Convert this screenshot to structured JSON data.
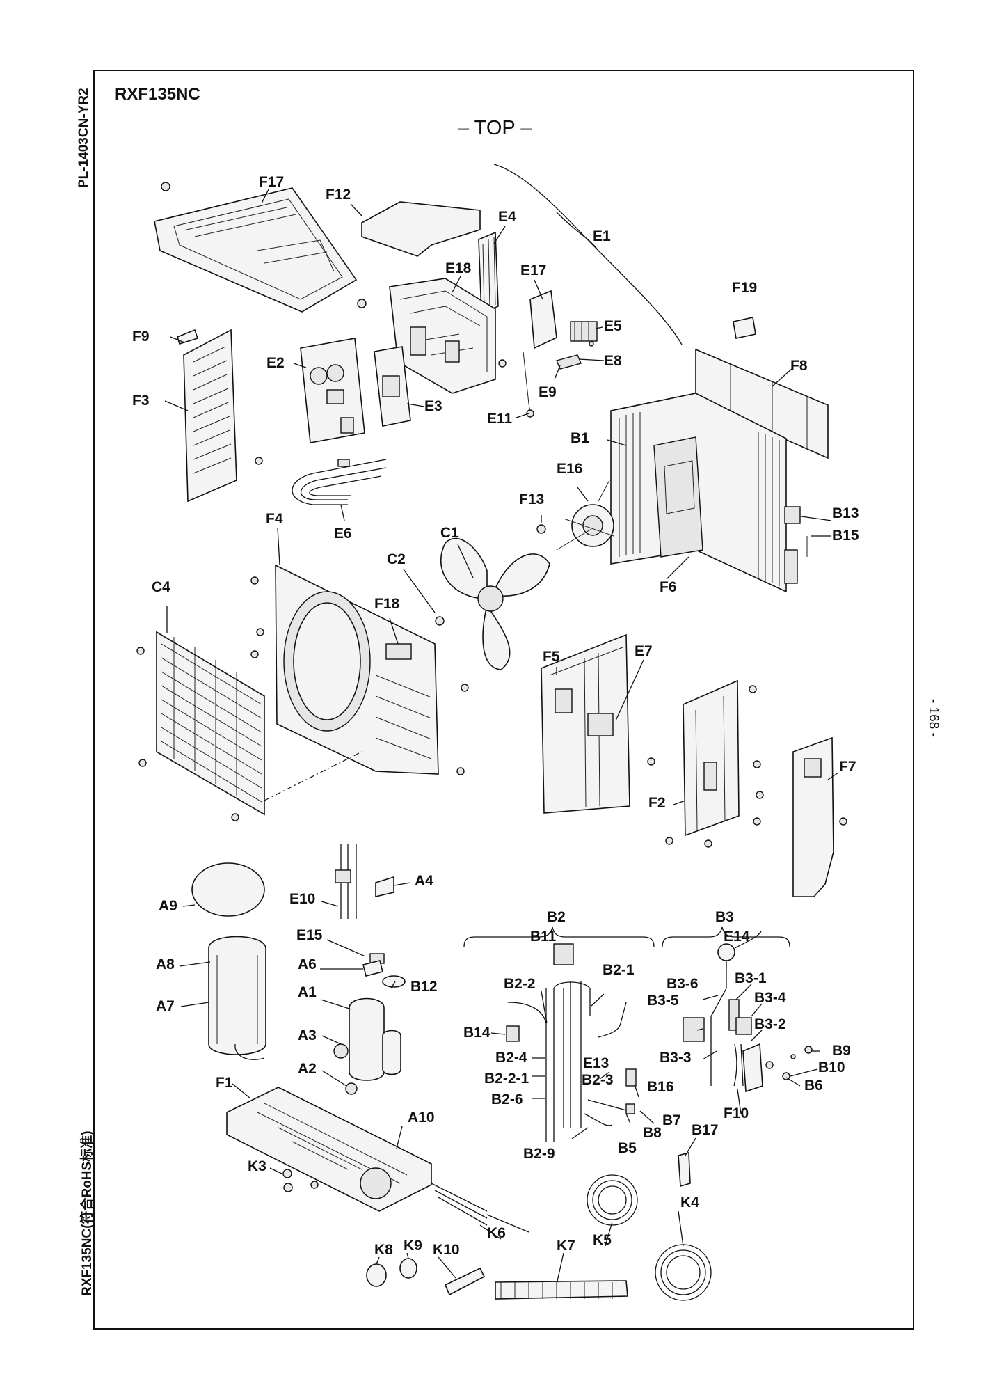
{
  "header": {
    "side_top": "PL-1403CN-YR2",
    "side_bottom": "RXF135NC(符合RoHS标准)",
    "page_number": "- 168 -",
    "model": "RXF135NC",
    "view": "– TOP –"
  },
  "parts": [
    {
      "id": "F17",
      "label": "F17"
    },
    {
      "id": "F12",
      "label": "F12"
    },
    {
      "id": "E4",
      "label": "E4"
    },
    {
      "id": "E1",
      "label": "E1"
    },
    {
      "id": "E18",
      "label": "E18"
    },
    {
      "id": "E17",
      "label": "E17"
    },
    {
      "id": "F19",
      "label": "F19"
    },
    {
      "id": "E5",
      "label": "E5"
    },
    {
      "id": "F9",
      "label": "F9"
    },
    {
      "id": "E2",
      "label": "E2"
    },
    {
      "id": "E8",
      "label": "E8"
    },
    {
      "id": "F8",
      "label": "F8"
    },
    {
      "id": "E9",
      "label": "E9"
    },
    {
      "id": "F3",
      "label": "F3"
    },
    {
      "id": "E3",
      "label": "E3"
    },
    {
      "id": "E11",
      "label": "E11"
    },
    {
      "id": "B1",
      "label": "B1"
    },
    {
      "id": "E16",
      "label": "E16"
    },
    {
      "id": "F13",
      "label": "F13"
    },
    {
      "id": "B13",
      "label": "B13"
    },
    {
      "id": "F4",
      "label": "F4"
    },
    {
      "id": "B15",
      "label": "B15"
    },
    {
      "id": "E6",
      "label": "E6"
    },
    {
      "id": "C1",
      "label": "C1"
    },
    {
      "id": "C2",
      "label": "C2"
    },
    {
      "id": "F6",
      "label": "F6"
    },
    {
      "id": "C4",
      "label": "C4"
    },
    {
      "id": "F18",
      "label": "F18"
    },
    {
      "id": "F5",
      "label": "F5"
    },
    {
      "id": "E7",
      "label": "E7"
    },
    {
      "id": "F7",
      "label": "F7"
    },
    {
      "id": "F2",
      "label": "F2"
    },
    {
      "id": "A4",
      "label": "A4"
    },
    {
      "id": "A9",
      "label": "A9"
    },
    {
      "id": "E10",
      "label": "E10"
    },
    {
      "id": "B2",
      "label": "B2"
    },
    {
      "id": "B3",
      "label": "B3"
    },
    {
      "id": "E15",
      "label": "E15"
    },
    {
      "id": "B11",
      "label": "B11"
    },
    {
      "id": "E14",
      "label": "E14"
    },
    {
      "id": "A8",
      "label": "A8"
    },
    {
      "id": "A6",
      "label": "A6"
    },
    {
      "id": "B12",
      "label": "B12"
    },
    {
      "id": "B2-2",
      "label": "B2-2"
    },
    {
      "id": "B2-1",
      "label": "B2-1"
    },
    {
      "id": "B3-6",
      "label": "B3-6"
    },
    {
      "id": "B3-1",
      "label": "B3-1"
    },
    {
      "id": "A1",
      "label": "A1"
    },
    {
      "id": "B3-5",
      "label": "B3-5"
    },
    {
      "id": "B3-4",
      "label": "B3-4"
    },
    {
      "id": "A7",
      "label": "A7"
    },
    {
      "id": "B14",
      "label": "B14"
    },
    {
      "id": "B3-2",
      "label": "B3-2"
    },
    {
      "id": "A3",
      "label": "A3"
    },
    {
      "id": "B9",
      "label": "B9"
    },
    {
      "id": "B2-4",
      "label": "B2-4"
    },
    {
      "id": "E13",
      "label": "E13"
    },
    {
      "id": "B3-3",
      "label": "B3-3"
    },
    {
      "id": "B10",
      "label": "B10"
    },
    {
      "id": "A2",
      "label": "A2"
    },
    {
      "id": "B2-2-1",
      "label": "B2-2-1"
    },
    {
      "id": "B2-3",
      "label": "B2-3"
    },
    {
      "id": "B16",
      "label": "B16"
    },
    {
      "id": "B6",
      "label": "B6"
    },
    {
      "id": "F1",
      "label": "F1"
    },
    {
      "id": "B2-6",
      "label": "B2-6"
    },
    {
      "id": "F10",
      "label": "F10"
    },
    {
      "id": "A10",
      "label": "A10"
    },
    {
      "id": "B8",
      "label": "B8"
    },
    {
      "id": "B7",
      "label": "B7"
    },
    {
      "id": "B17",
      "label": "B17"
    },
    {
      "id": "B5",
      "label": "B5"
    },
    {
      "id": "K3",
      "label": "K3"
    },
    {
      "id": "B2-9",
      "label": "B2-9"
    },
    {
      "id": "K6",
      "label": "K6"
    },
    {
      "id": "K4",
      "label": "K4"
    },
    {
      "id": "K8",
      "label": "K8"
    },
    {
      "id": "K9",
      "label": "K9"
    },
    {
      "id": "K10",
      "label": "K10"
    },
    {
      "id": "K7",
      "label": "K7"
    },
    {
      "id": "K5",
      "label": "K5"
    }
  ]
}
